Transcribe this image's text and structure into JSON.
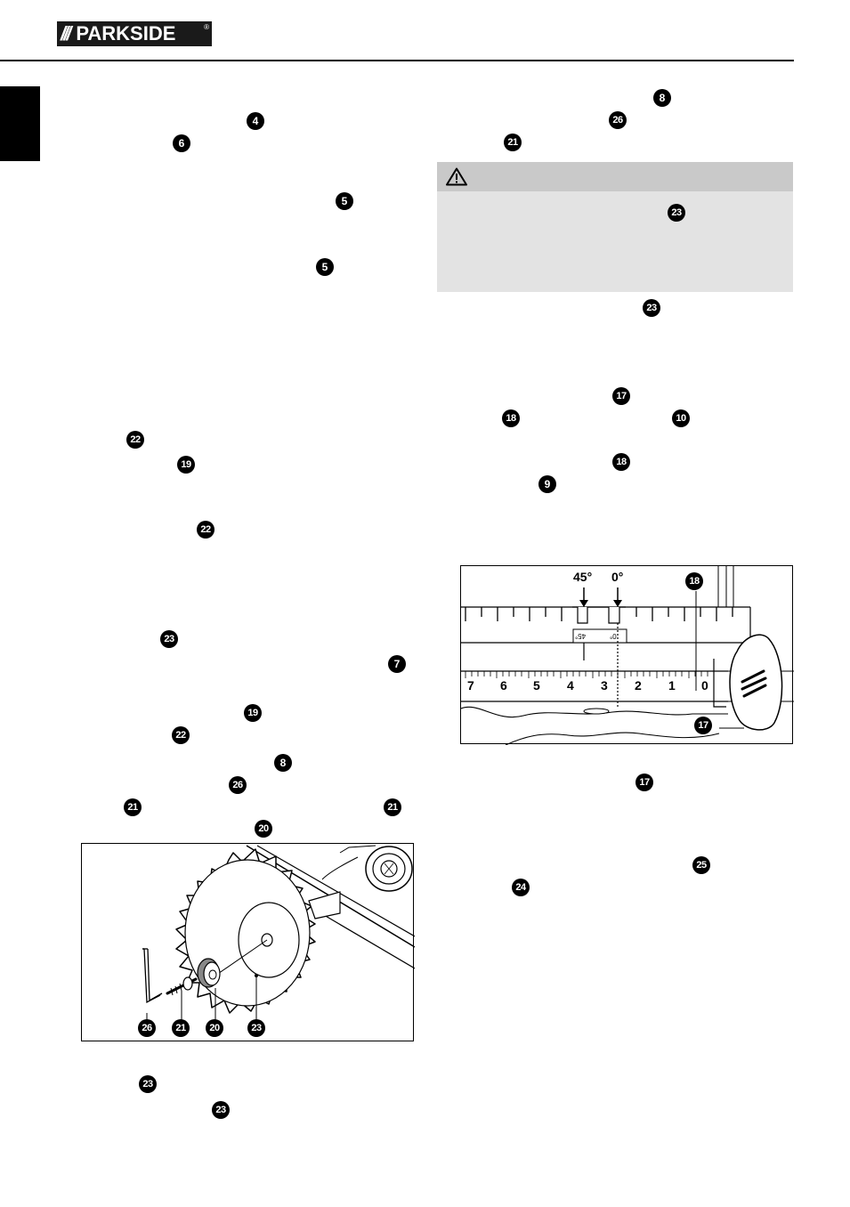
{
  "header": {
    "brand": "PARKSIDE",
    "brand_mark": "///",
    "registered": "®"
  },
  "badges": {
    "b_4": "4",
    "b_6": "6",
    "b_5a": "5",
    "b_5b": "5",
    "b_22a": "22",
    "b_19a": "19",
    "b_22b": "22",
    "b_23a": "23",
    "b_7": "7",
    "b_19b": "19",
    "b_22c": "22",
    "b_8a": "8",
    "b_26a": "26",
    "b_21a": "21",
    "b_21b": "21",
    "b_20a": "20",
    "b_23b": "23",
    "b_23c": "23",
    "b_8b": "8",
    "b_26b": "26",
    "b_21c": "21",
    "b_23d": "23",
    "b_23e": "23",
    "b_17a": "17",
    "b_18a": "18",
    "b_10": "10",
    "b_18b": "18",
    "b_9": "9",
    "b_17b": "17",
    "b_25": "25",
    "b_24": "24"
  },
  "figure_blade": {
    "labels": [
      "26",
      "21",
      "20",
      "23"
    ]
  },
  "figure_scale": {
    "angle_45": "45°",
    "angle_0": "0°",
    "small_45": "45°",
    "small_0": "0°",
    "scale_numbers": [
      "7",
      "6",
      "5",
      "4",
      "3",
      "2",
      "1",
      "0"
    ],
    "label_18": "18",
    "label_17": "17"
  },
  "colors": {
    "badge_bg": "#000000",
    "warn_bg": "#e3e3e3",
    "warn_head": "#c9c9c9"
  }
}
